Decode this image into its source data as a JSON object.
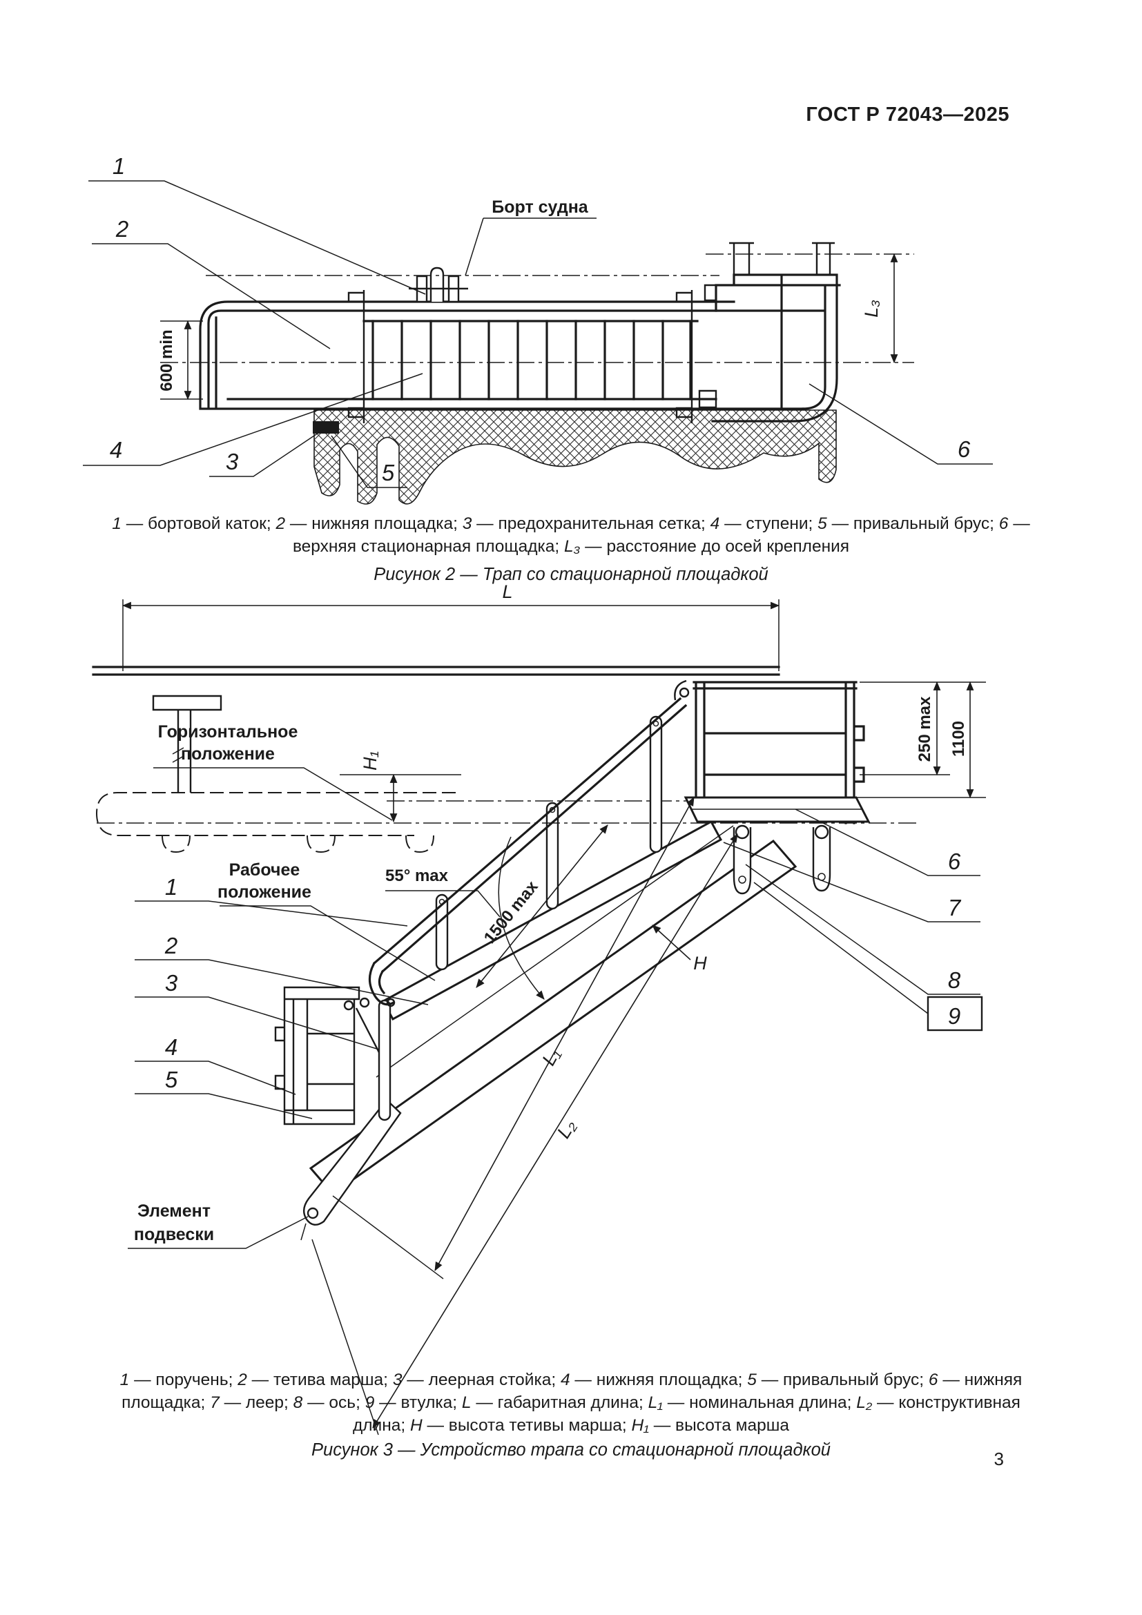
{
  "header": {
    "title": "ГОСТ Р 72043—2025"
  },
  "page_number": "3",
  "fig2": {
    "callouts": [
      "1",
      "2",
      "3",
      "4",
      "5",
      "6"
    ],
    "ship_side_label": "Борт судна",
    "dims": {
      "d600": "600 min",
      "L3": "L₃"
    },
    "legend": [
      {
        "k": "1",
        "v": "бортовой каток"
      },
      {
        "k": "2",
        "v": "нижняя площадка"
      },
      {
        "k": "3",
        "v": "предохранительная сетка"
      },
      {
        "k": "4",
        "v": "ступени"
      },
      {
        "k": "5",
        "v": "привальный брус"
      },
      {
        "k": "6",
        "v": "верхняя стационарная площадка"
      },
      {
        "k": "L₃",
        "v": "расстояние до осей крепления"
      }
    ],
    "title": "Рисунок 2 — Трап со стационарной площадкой"
  },
  "fig3": {
    "callouts": [
      "1",
      "2",
      "3",
      "4",
      "5",
      "6",
      "7",
      "8",
      "9"
    ],
    "horizontal_label_1": "Горизонтальное",
    "horizontal_label_2": "положение",
    "working_label_1": "Рабочее",
    "working_label_2": "положение",
    "suspension_label_1": "Элемент",
    "suspension_label_2": "подвески",
    "dims": {
      "L": "L",
      "H1": "H₁",
      "a55": "55° max",
      "d250": "250 max",
      "d1100": "1100",
      "H": "H",
      "d1500": "1500 max",
      "L1": "L₁",
      "L2": "L₂"
    },
    "legend": [
      {
        "k": "1",
        "v": "поручень"
      },
      {
        "k": "2",
        "v": "тетива марша"
      },
      {
        "k": "3",
        "v": "леерная стойка"
      },
      {
        "k": "4",
        "v": "нижняя площадка"
      },
      {
        "k": "5",
        "v": "привальный брус"
      },
      {
        "k": "6",
        "v": "нижняя площадка"
      },
      {
        "k": "7",
        "v": "леер"
      },
      {
        "k": "8",
        "v": "ось"
      },
      {
        "k": "9",
        "v": "втулка"
      },
      {
        "k": "L",
        "v": "габаритная длина"
      },
      {
        "k": "L₁",
        "v": "номинальная длина"
      },
      {
        "k": "L₂",
        "v": "конструктивная длина"
      },
      {
        "k": "H",
        "v": "высота тетивы марша"
      },
      {
        "k": "H₁",
        "v": "высота марша"
      }
    ],
    "title": "Рисунок 3 — Устройство трапа со стационарной площадкой"
  }
}
